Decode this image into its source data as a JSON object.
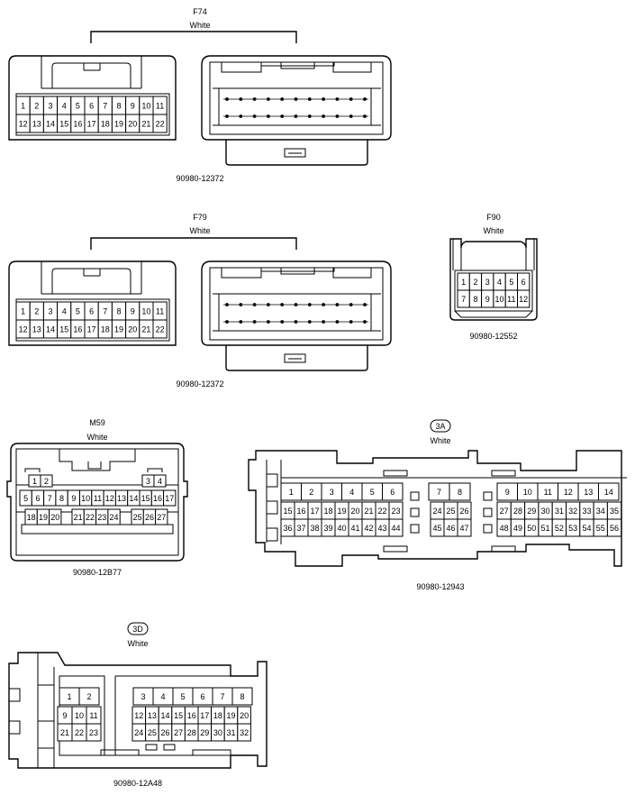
{
  "connectors": {
    "f74": {
      "code": "F74",
      "color": "White",
      "part": "90980-12372",
      "row1": [
        "1",
        "2",
        "3",
        "4",
        "5",
        "6",
        "7",
        "8",
        "9",
        "10",
        "11"
      ],
      "row2": [
        "12",
        "13",
        "14",
        "15",
        "16",
        "17",
        "18",
        "19",
        "20",
        "21",
        "22"
      ]
    },
    "f79": {
      "code": "F79",
      "color": "White",
      "part": "90980-12372",
      "row1": [
        "1",
        "2",
        "3",
        "4",
        "5",
        "6",
        "7",
        "8",
        "9",
        "10",
        "11"
      ],
      "row2": [
        "12",
        "13",
        "14",
        "15",
        "16",
        "17",
        "18",
        "19",
        "20",
        "21",
        "22"
      ]
    },
    "f90": {
      "code": "F90",
      "color": "White",
      "part": "90980-12552",
      "row1": [
        "1",
        "2",
        "3",
        "4",
        "5",
        "6"
      ],
      "row2": [
        "7",
        "8",
        "9",
        "10",
        "11",
        "12"
      ]
    },
    "m59": {
      "code": "M59",
      "color": "White",
      "part": "90980-12B77",
      "row0a": [
        "1",
        "2"
      ],
      "row0b": [
        "3",
        "4"
      ],
      "row1": [
        "5",
        "6",
        "7",
        "8",
        "9",
        "10",
        "11",
        "12",
        "13",
        "14",
        "15",
        "16",
        "17"
      ],
      "row2a": [
        "18",
        "19",
        "20"
      ],
      "row2b": [
        "21",
        "22",
        "23",
        "24"
      ],
      "row2c": [
        "25",
        "26",
        "27"
      ]
    },
    "c3a": {
      "code": "3A",
      "color": "White",
      "part": "90980-12943",
      "rowA1": [
        "1",
        "2",
        "3",
        "4",
        "5",
        "6"
      ],
      "rowA2": [
        "15",
        "16",
        "17",
        "18",
        "19",
        "20",
        "21",
        "22",
        "23"
      ],
      "rowA3": [
        "36",
        "37",
        "38",
        "39",
        "40",
        "41",
        "42",
        "43",
        "44"
      ],
      "rowB1": [
        "7",
        "8"
      ],
      "rowB2": [
        "24",
        "25",
        "26"
      ],
      "rowB3": [
        "45",
        "46",
        "47"
      ],
      "rowC1": [
        "9",
        "10",
        "11",
        "12",
        "13",
        "14"
      ],
      "rowC2": [
        "27",
        "28",
        "29",
        "30",
        "31",
        "32",
        "33",
        "34",
        "35"
      ],
      "rowC3": [
        "48",
        "49",
        "50",
        "51",
        "52",
        "53",
        "54",
        "55",
        "56"
      ]
    },
    "c3d": {
      "code": "3D",
      "color": "White",
      "part": "90980-12A48",
      "rowA1": [
        "1",
        "2"
      ],
      "rowA2": [
        "9",
        "10",
        "11"
      ],
      "rowA3": [
        "21",
        "22",
        "23"
      ],
      "rowB1": [
        "3",
        "4",
        "5",
        "6",
        "7",
        "8"
      ],
      "rowB2": [
        "12",
        "13",
        "14",
        "15",
        "16",
        "17",
        "18",
        "19",
        "20"
      ],
      "rowB3": [
        "24",
        "25",
        "26",
        "27",
        "28",
        "29",
        "30",
        "31",
        "32"
      ]
    }
  }
}
